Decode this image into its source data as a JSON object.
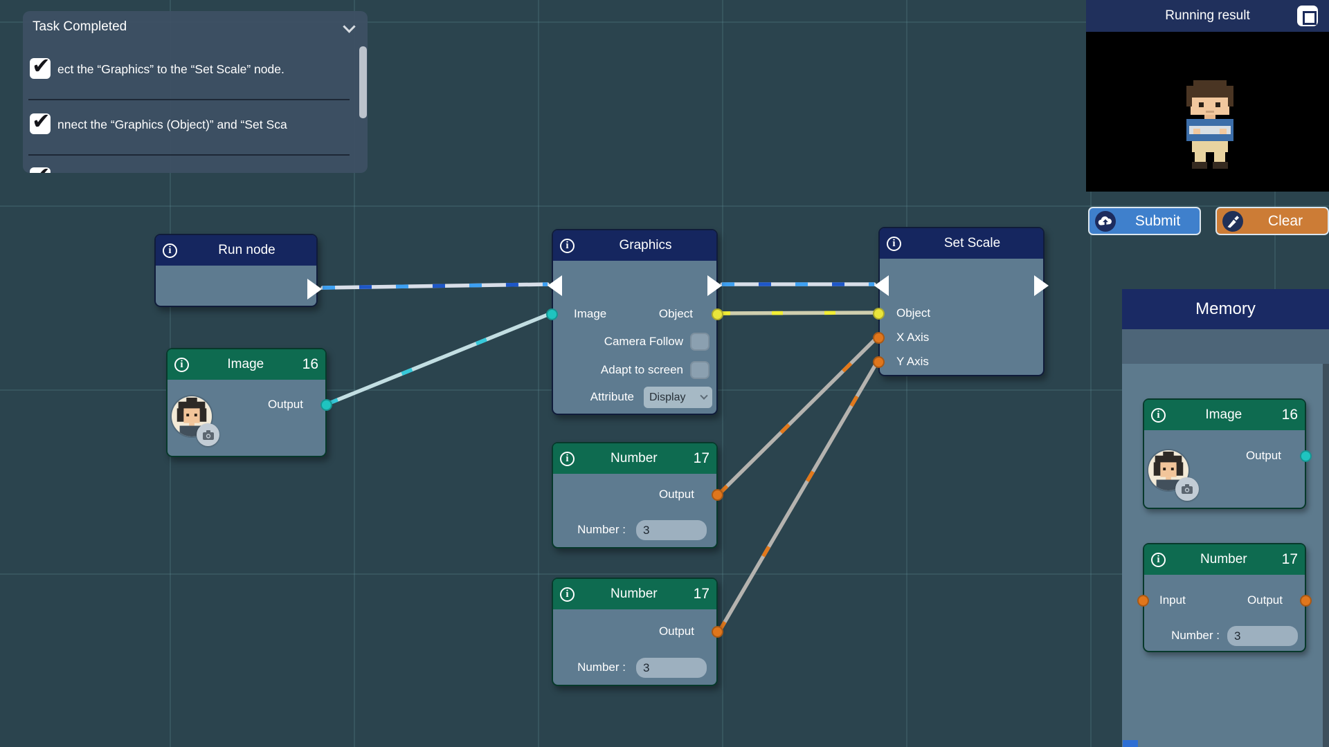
{
  "task_panel": {
    "title": "Task Completed",
    "items": [
      {
        "text": "ect the “Graphics” to the “Set Scale” node."
      },
      {
        "text": "nnect the “Graphics (Object)” and “Set Sca"
      }
    ]
  },
  "running_result": {
    "title": "Running result"
  },
  "actions": {
    "submit_label": "Submit",
    "clear_label": "Clear"
  },
  "memory": {
    "title": "Memory",
    "image_card": {
      "title": "Image",
      "badge": "16",
      "output_label": "Output"
    },
    "number_card": {
      "title": "Number",
      "badge": "17",
      "input_label": "Input",
      "output_label": "Output",
      "field_label": "Number :",
      "value": "3"
    }
  },
  "nodes": {
    "run": {
      "title": "Run node"
    },
    "image": {
      "title": "Image",
      "badge": "16",
      "output_label": "Output"
    },
    "graphics": {
      "title": "Graphics",
      "image_label": "Image",
      "object_label": "Object",
      "camera_follow_label": "Camera Follow",
      "adapt_label": "Adapt to screen",
      "attribute_label": "Attribute",
      "attribute_value": "Display"
    },
    "set_scale": {
      "title": "Set Scale",
      "object_label": "Object",
      "x_label": "X Axis",
      "y_label": "Y Axis"
    },
    "number_top": {
      "title": "Number",
      "badge": "17",
      "output_label": "Output",
      "field_label": "Number :",
      "value": "3"
    },
    "number_bottom": {
      "title": "Number",
      "badge": "17",
      "output_label": "Output",
      "field_label": "Number :",
      "value": "3"
    }
  },
  "colors": {
    "flow_accent": "#2e8ee4",
    "image_accent": "#1fc4c0",
    "object_accent": "#e9e53b",
    "number_accent": "#e0761c"
  }
}
